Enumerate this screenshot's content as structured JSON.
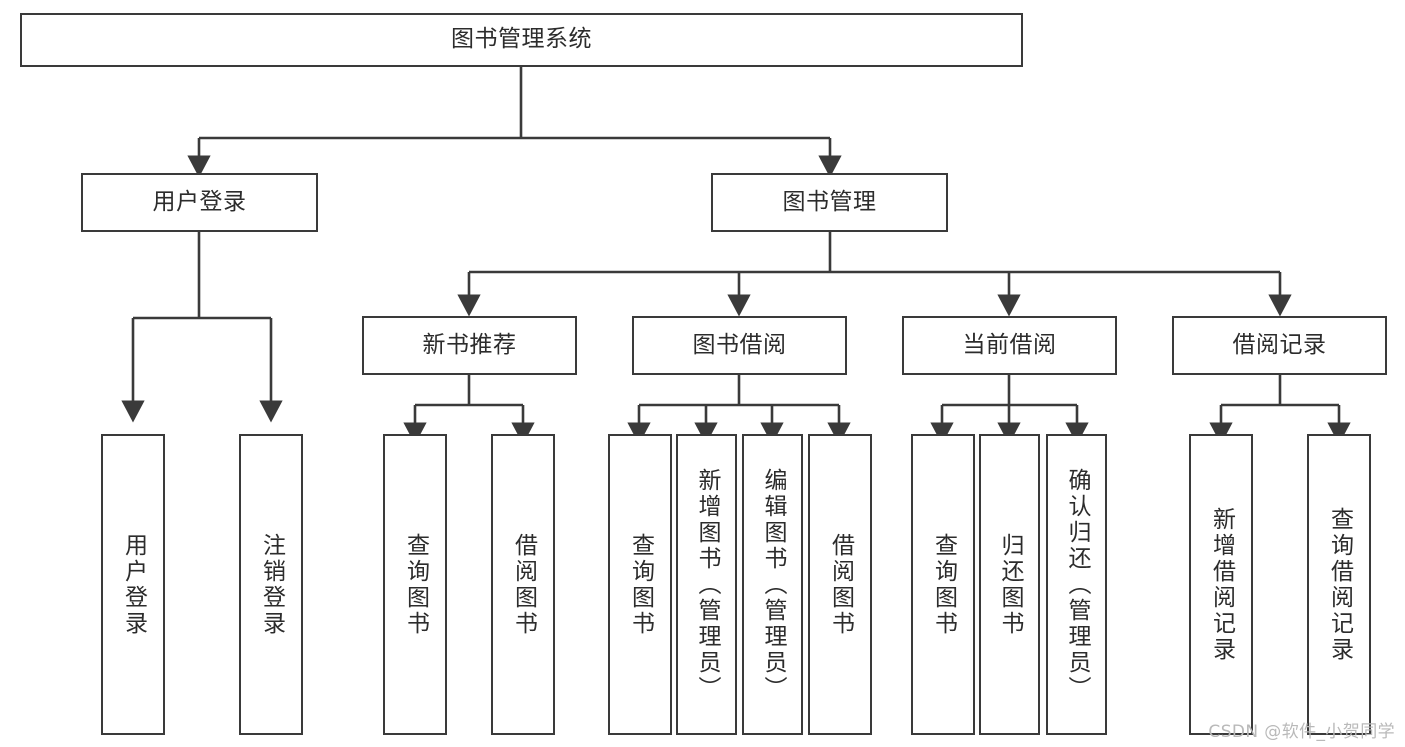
{
  "diagram": {
    "title": "图书管理系统",
    "watermark": "CSDN @软件_小贺同学",
    "line_color": "#3a3a3a",
    "box_fill": "#ffffff",
    "text_color": "#2c2c2c",
    "nodes": {
      "root": {
        "label": "图书管理系统"
      },
      "level2": [
        {
          "label": "用户登录"
        },
        {
          "label": "图书管理"
        }
      ],
      "level3": [
        {
          "label": "新书推荐"
        },
        {
          "label": "图书借阅"
        },
        {
          "label": "当前借阅"
        },
        {
          "label": "借阅记录"
        }
      ],
      "leaves": {
        "user_login": [
          {
            "label": "用户登录"
          },
          {
            "label": "注销登录"
          }
        ],
        "new_book": [
          {
            "label": "查询图书"
          },
          {
            "label": "借阅图书"
          }
        ],
        "book_borrow": [
          {
            "label": "查询图书"
          },
          {
            "label": "新增图书（管理员）"
          },
          {
            "label": "编辑图书（管理员）"
          },
          {
            "label": "借阅图书"
          }
        ],
        "current_borrow": [
          {
            "label": "查询图书"
          },
          {
            "label": "归还图书"
          },
          {
            "label": "确认归还（管理员）"
          }
        ],
        "borrow_record": [
          {
            "label": "新增借阅记录"
          },
          {
            "label": "查询借阅记录"
          }
        ]
      }
    }
  }
}
